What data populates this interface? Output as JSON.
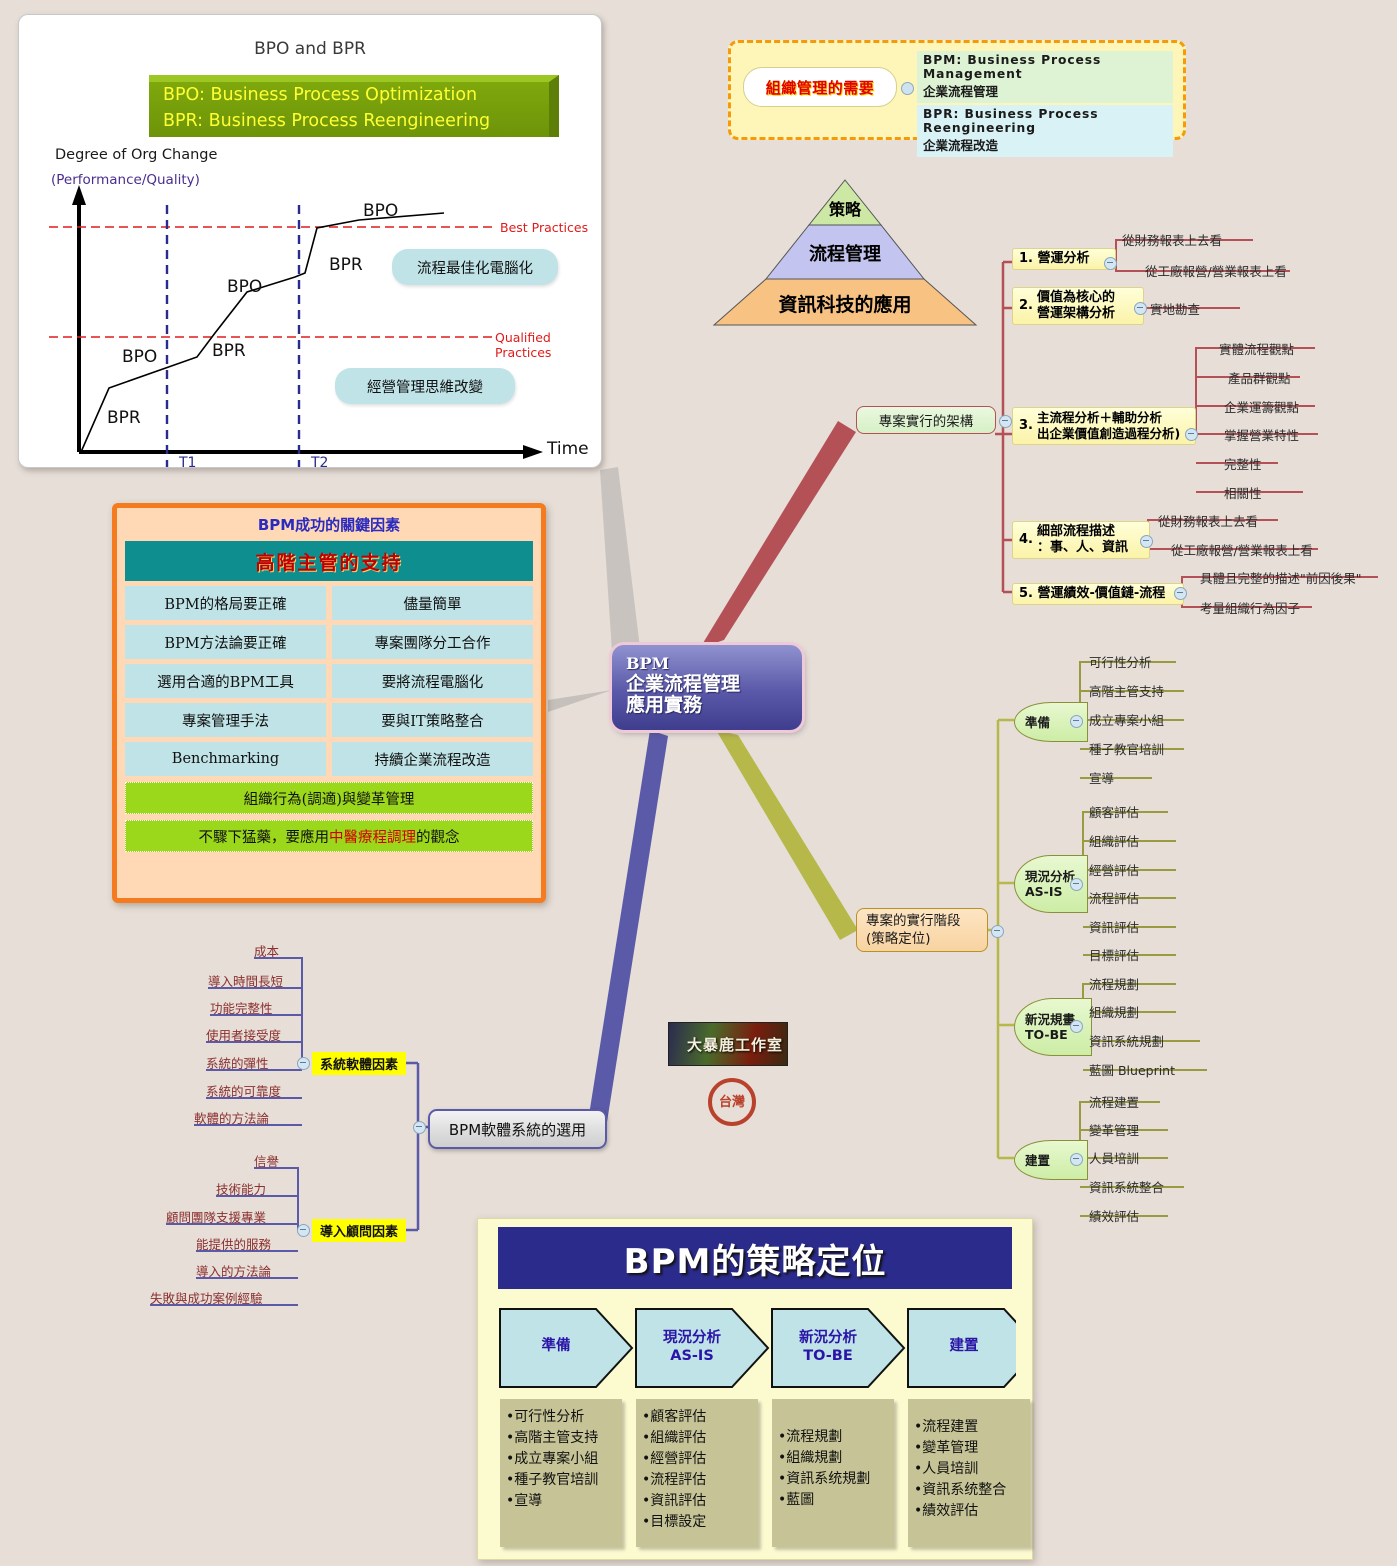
{
  "background_color": "#e6ded7",
  "chart_card": {
    "title": "BPO and BPR",
    "green_box": {
      "line1": "BPO: Business Process Optimization",
      "line2": "BPR: Business Process Reengineering",
      "bg": "#7fa80c",
      "text_color": "#ffff33"
    },
    "y_axis_label": "Degree of Org Change",
    "y_axis_sub": "(Performance/Quality)",
    "x_axis_label": "Time",
    "threshold_top": "Best Practices",
    "threshold_mid": "Qualified Practices",
    "ticks": [
      "T1",
      "T2"
    ],
    "series_labels": [
      "BPR",
      "BPO",
      "BPR",
      "BPO",
      "BPR",
      "BPO"
    ],
    "callout_top": "流程最佳化電腦化",
    "callout_bottom": "經營管理思維改變"
  },
  "chart_data": {
    "type": "line",
    "title": "BPO and BPR",
    "xlabel": "Time",
    "ylabel": "Degree of Org Change (Performance/Quality)",
    "x": [
      0,
      0.09,
      0.3,
      0.345,
      0.42,
      0.57,
      0.62,
      0.645,
      0.74,
      0.84
    ],
    "y": [
      0.0,
      0.3,
      0.44,
      0.52,
      0.72,
      0.8,
      0.82,
      0.94,
      1.0,
      1.03
    ],
    "xlim": [
      0,
      1
    ],
    "ylim": [
      0,
      1.1
    ],
    "grid": false,
    "reference_lines": [
      {
        "label": "Best Practices",
        "y": 1.0,
        "color": "#e01b1b",
        "style": "dashed"
      },
      {
        "label": "Qualified Practices",
        "y": 0.52,
        "color": "#e01b1b",
        "style": "dashed"
      }
    ],
    "vertical_markers": [
      {
        "label": "T1",
        "x": 0.22,
        "color": "#2b2b8f",
        "style": "dashed"
      },
      {
        "label": "T2",
        "x": 0.545,
        "color": "#2b2b8f",
        "style": "dashed"
      }
    ],
    "segment_annotations": [
      "BPR",
      "BPO",
      "BPR",
      "BPO",
      "BPR",
      "BPO"
    ],
    "annotations": [
      "流程最佳化電腦化",
      "經營管理思維改變"
    ]
  },
  "legend": {
    "pill": "組織管理的需要",
    "rows": [
      {
        "en": "BPM:  Business  Process  Management",
        "zh": "企業流程管理",
        "bg": "#ddf3d3"
      },
      {
        "en": "BPR:  Business  Process  Reengineering",
        "zh": "企業流程改造",
        "bg": "#d9f2f5"
      }
    ]
  },
  "pyramid": {
    "levels": [
      {
        "label": "策略",
        "color": "#cde8a4"
      },
      {
        "label": "流程管理",
        "color": "#c3c4ef"
      },
      {
        "label": "資訊科技的應用",
        "color": "#f8c283"
      }
    ]
  },
  "central": {
    "line1": "BPM",
    "line2": "企業流程管理",
    "line3": "應用實務"
  },
  "branch_framework": {
    "label": "專案實行的架構",
    "color": "#b35156",
    "items": [
      {
        "num": "1.",
        "label": "營運分析",
        "children": [
          "從財務報表上去看",
          "從工廠報營/營業報表上看"
        ]
      },
      {
        "num": "2.",
        "label": "價值為核心的\n營運架構分析",
        "children": [
          "實地勘查"
        ]
      },
      {
        "num": "3.",
        "label": "主流程分析＋輔助分析\n出企業價值創造過程分析)",
        "children": [
          "實體流程觀點",
          "產品群觀點",
          "企業運籌觀點",
          "掌握營業特性",
          "完整性",
          "相關性"
        ]
      },
      {
        "num": "4.",
        "label": "細部流程描述\n：事、人、資訊",
        "children": [
          "從財務報表上去看",
          "從工廠報營/營業報表上看"
        ]
      },
      {
        "num": "5.",
        "label": "營運績效-價值鏈-流程",
        "children": [
          "具體且完整的描述\"前因後果\"",
          "考量組織行為因子"
        ]
      }
    ]
  },
  "branch_phases": {
    "label": "專案的實行階段\n(策略定位)",
    "color": "#b6b84a",
    "stages": [
      {
        "label": "準備",
        "children": [
          "可行性分析",
          "高階主管支持",
          "成立專案小組",
          "種子教官培訓",
          "宣導"
        ]
      },
      {
        "label": "現況分析\nAS-IS",
        "children": [
          "顧客評估",
          "組織評估",
          "經營評估",
          "流程評估",
          "資訊評估",
          "目標評估"
        ]
      },
      {
        "label": "新況規畫\nTO-BE",
        "children": [
          "流程規劃",
          "組織規劃",
          "資訊系統規劃",
          "藍圖 Blueprint"
        ]
      },
      {
        "label": "建置",
        "children": [
          "流程建置",
          "變革管理",
          "人員培訓",
          "資訊系統整合",
          "績效評估"
        ]
      }
    ]
  },
  "branch_software": {
    "label": "BPM軟體系統的選用",
    "color": "#5b5aa8",
    "groups": [
      {
        "label": "系統軟體因素",
        "children": [
          "成本",
          "導入時間長短",
          "功能完整性",
          "使用者接受度",
          "系統的彈性",
          "系統的可靠度",
          "軟體的方法論"
        ]
      },
      {
        "label": "導入顧問因素",
        "children": [
          "信譽",
          "技術能力",
          "顧問團隊支援專業",
          "能提供的服務",
          "導入的方法論",
          "失敗與成功案例經驗"
        ]
      }
    ]
  },
  "kpi_panel": {
    "title": "BPM成功的關鍵因素",
    "header": "高階主管的支持",
    "cells": [
      "BPM的格局要正確",
      "儘量簡單",
      "BPM方法論要正確",
      "專案團隊分工合作",
      "選用合適的BPM工具",
      "要將流程電腦化",
      "專案管理手法",
      "要與IT策略整合",
      "Benchmarking",
      "持續企業流程改造"
    ],
    "green_rows": [
      {
        "text": "組織行為(調適)與變革管理"
      },
      {
        "prefix": "不驟下猛藥，要應用",
        "highlight": "中醫療程調理",
        "suffix": "的觀念"
      }
    ]
  },
  "strategy_panel": {
    "title": "BPM的策略定位",
    "phases": [
      {
        "label": "準備",
        "sub": "",
        "items": [
          "•可行性分析",
          "•高階主管支持",
          "•成立專案小組",
          "•種子教官培訓",
          "•宣導"
        ]
      },
      {
        "label": "現況分析",
        "sub": "AS-IS",
        "items": [
          "•顧客評估",
          "•組織評估",
          "•經營評估",
          "•流程評估",
          "•資訊評估",
          "•目標設定"
        ]
      },
      {
        "label": "新況分析",
        "sub": "TO-BE",
        "items": [
          "•流程規劃",
          "•組織規劃",
          "•資訊系统規劃",
          "•藍圖"
        ]
      },
      {
        "label": "建置",
        "sub": "",
        "items": [
          "•流程建置",
          "•變革管理",
          "•人員培訓",
          "•資訊系统整合",
          "•績效評估"
        ]
      }
    ]
  },
  "studio": {
    "banner_text": "大暴鹿工作室",
    "seal_text": "台灣"
  }
}
